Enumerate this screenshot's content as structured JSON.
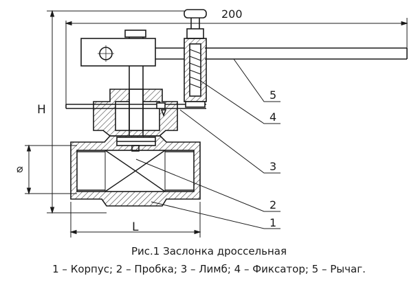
{
  "dimensions": {
    "lever_length": "200",
    "height": "H",
    "diameter": "⌀",
    "length": "L"
  },
  "callouts": [
    "5",
    "4",
    "3",
    "2",
    "1"
  ],
  "caption": {
    "title": "Рис.1 Заслонка дроссельная",
    "legend": "1 – Корпус; 2 – Пробка; 3 – Лимб; 4 – Фиксатор; 5 – Рычаг."
  },
  "colors": {
    "ink": "#1a1a1a",
    "paper": "#ffffff",
    "hatch": "#2a2a2a"
  }
}
